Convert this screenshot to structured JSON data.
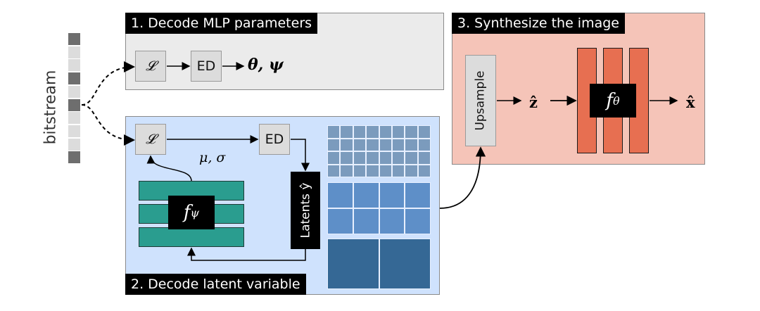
{
  "bitstream": {
    "label": "bitstream",
    "bits": [
      1,
      0,
      0,
      1,
      0,
      1,
      0,
      0,
      0,
      1
    ],
    "colors": {
      "on": "#6e6e6e",
      "off": "#dcdcdc"
    }
  },
  "panel1": {
    "title": "1. Decode MLP parameters",
    "bg": "#ebebeb",
    "l_box": "𝓛",
    "ed_box": "ED",
    "output": "θ, ψ"
  },
  "panel2": {
    "title": "2. Decode latent variable",
    "bg": "#cfe2fd",
    "l_box": "𝓛",
    "ed_box": "ED",
    "params_label": "μ, σ",
    "mlp_label": "f",
    "mlp_sub": "ψ",
    "latents_label": "Latents ŷ",
    "grids": [
      {
        "rows": 4,
        "cols": 8,
        "color": "#7b9bbd"
      },
      {
        "rows": 2,
        "cols": 4,
        "color": "#5e8fc8"
      },
      {
        "rows": 1,
        "cols": 2,
        "color": "#356895"
      }
    ]
  },
  "panel3": {
    "title": "3. Synthesize the image",
    "bg": "#f5c4b8",
    "upsample": "Upsample",
    "z_hat": "ẑ",
    "mlp_label": "f",
    "mlp_sub": "θ",
    "x_hat": "x̂"
  }
}
